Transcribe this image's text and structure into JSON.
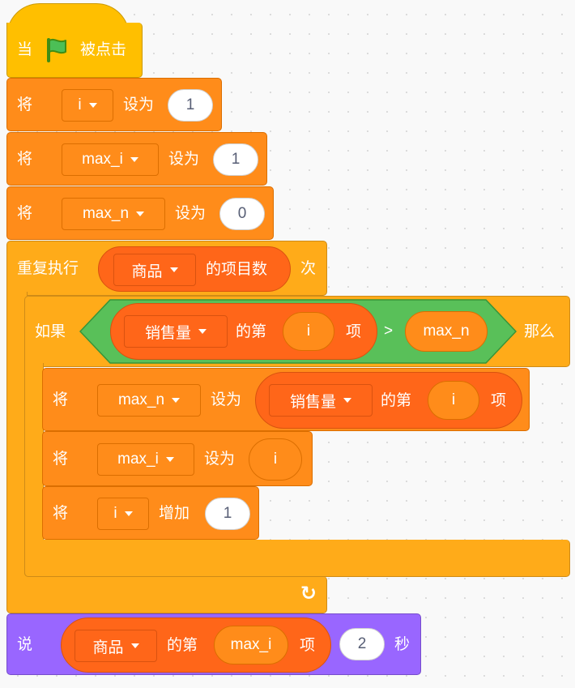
{
  "script": {
    "hat": {
      "prefix": "当",
      "suffix": "被点击",
      "icon": "green-flag-icon"
    },
    "set_i": {
      "verb": "将",
      "variable": "i",
      "op": "设为",
      "value": "1"
    },
    "set_max_i": {
      "verb": "将",
      "variable": "max_i",
      "op": "设为",
      "value": "1"
    },
    "set_max_n": {
      "verb": "将",
      "variable": "max_n",
      "op": "设为",
      "value": "0"
    },
    "repeat": {
      "label": "重复执行",
      "list": "商品",
      "length_of": "的项目数",
      "suffix": "次"
    },
    "if": {
      "label": "如果",
      "then": "那么",
      "cond": {
        "list": "销售量",
        "item_of": "的第",
        "index_var": "i",
        "item": "项",
        "op": ">",
        "rhs_var": "max_n"
      }
    },
    "inner_set_max_n": {
      "verb": "将",
      "variable": "max_n",
      "op": "设为",
      "list": "销售量",
      "item_of": "的第",
      "index_var": "i",
      "item": "项"
    },
    "inner_set_max_i": {
      "verb": "将",
      "variable": "max_i",
      "op": "设为",
      "value_var": "i"
    },
    "inner_change_i": {
      "verb": "将",
      "variable": "i",
      "op": "增加",
      "value": "1"
    },
    "loop_arrow": "↻",
    "say": {
      "verb": "说",
      "list": "商品",
      "item_of": "的第",
      "index_var": "max_i",
      "item": "项",
      "secs": "2",
      "suffix": "秒"
    }
  },
  "colors": {
    "events": "#ffbf00",
    "variables": "#ff8c1a",
    "control": "#ffab19",
    "operators": "#59c059",
    "looks": "#9966ff",
    "list_reporter": "#ff6619"
  }
}
